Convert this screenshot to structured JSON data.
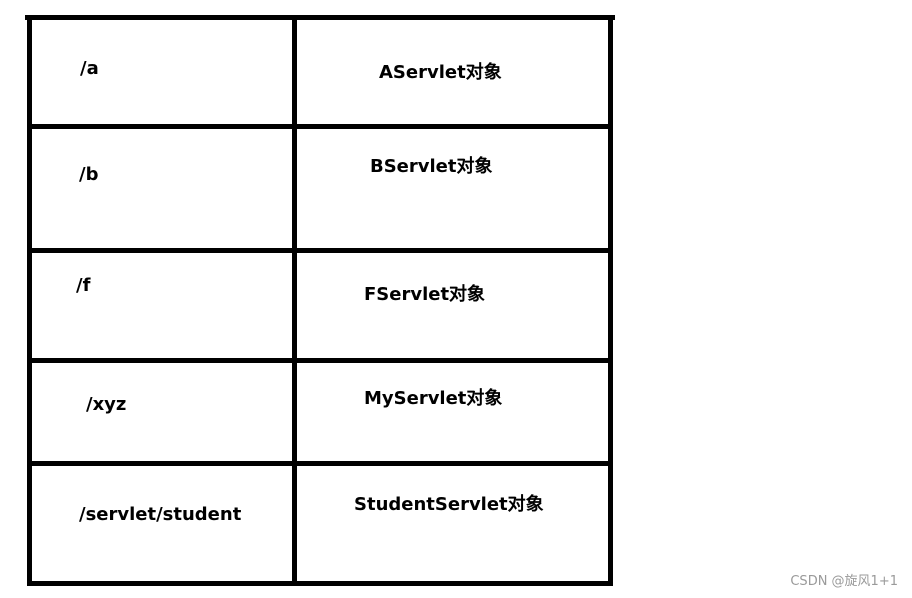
{
  "rows": [
    {
      "path": "/a",
      "servlet": "AServlet对象"
    },
    {
      "path": "/b",
      "servlet": "BServlet对象"
    },
    {
      "path": "/f",
      "servlet": "FServlet对象"
    },
    {
      "path": "/xyz",
      "servlet": "MyServlet对象"
    },
    {
      "path": "/servlet/student",
      "servlet": "StudentServlet对象"
    }
  ],
  "watermark": "CSDN @旋风1+1"
}
